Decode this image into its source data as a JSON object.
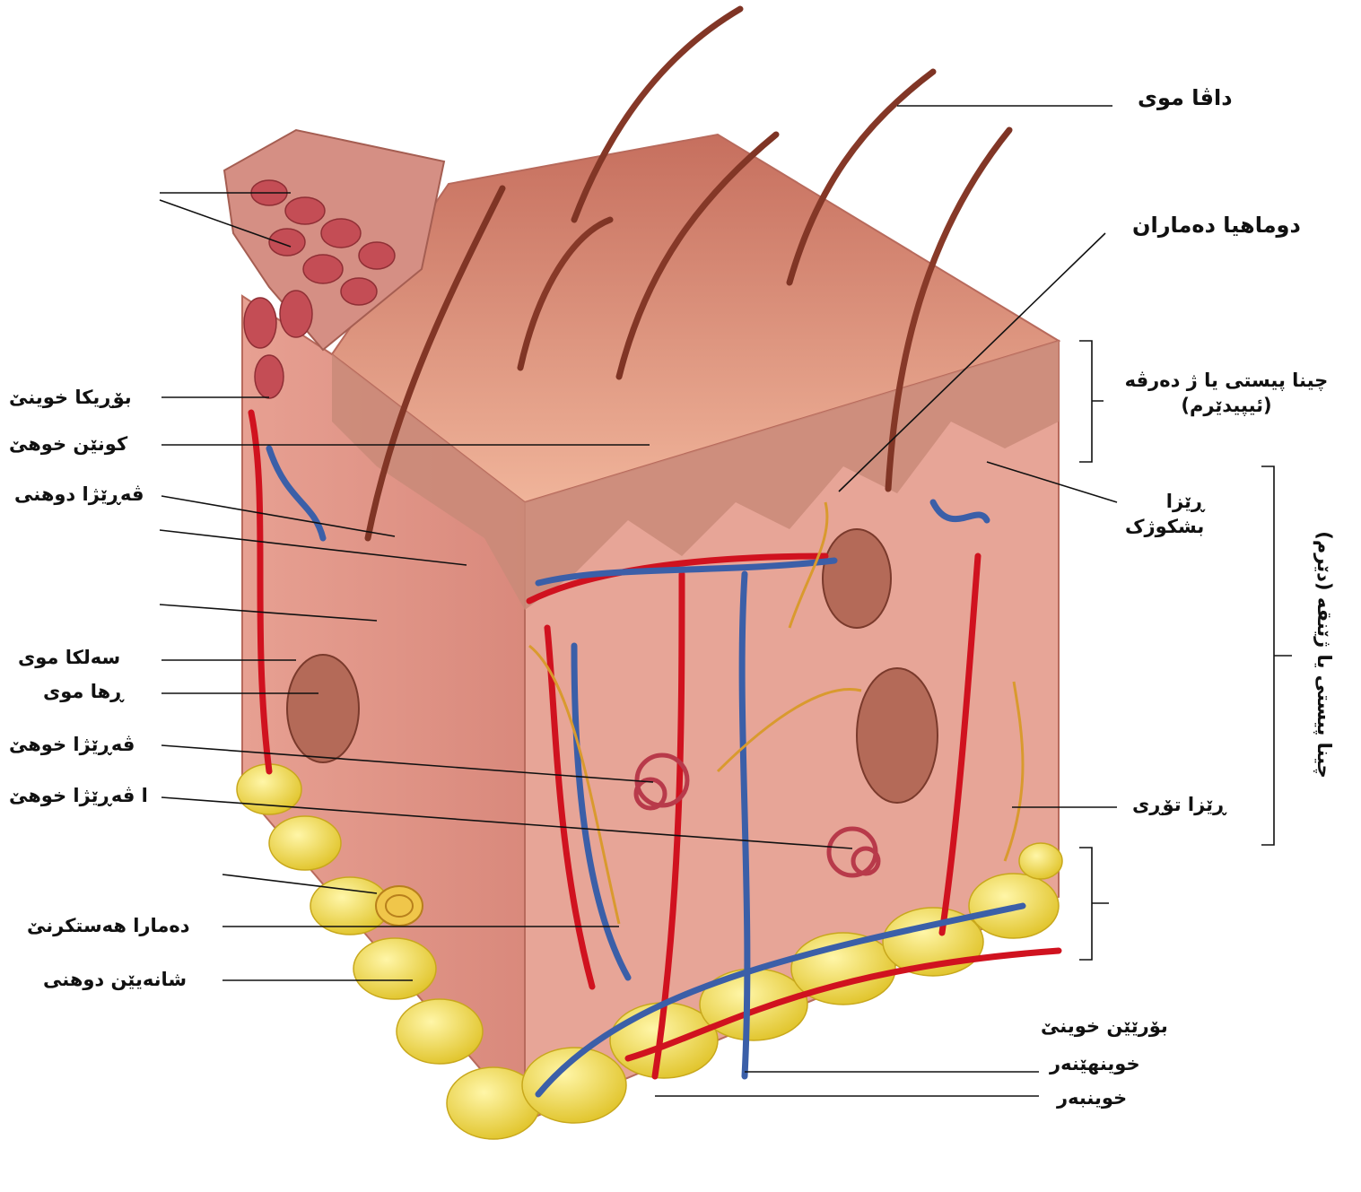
{
  "labels": {
    "hair_shaft": "داڤا موی",
    "nerve_endings": "دوماهیا دەماران",
    "epidermis_line1": "چینا پیستی یا ژ دەرڤە",
    "epidermis_line2": "(ئیپیدێرم)",
    "papillary_layer_line1": "ڕێزا",
    "papillary_layer_line2": "بشکوژک",
    "reticular_layer": "ڕێزا تۆڕی",
    "dermis": "چینا پیستی یا ژێنقە (دێرم)",
    "blood_vessels_title": "بۆرێێن خوینێ",
    "vein": "خوینهێنەر",
    "artery": "خوینبەر",
    "capillaries": "بۆڕیکا خوینێ",
    "sweat_pore": "کونێن خوهێ",
    "sebaceous_gland": "ڤەڕێژا دوهنی",
    "hair_follicle": "سەلکا موی",
    "hair_root": "ڕها موی",
    "sweat_gland": "ڤەڕێژا خوهێ",
    "sweat_gland_2": "ا ڤەڕێژا خوهێ",
    "nerve": "دەمارا هەستکرنێ",
    "adipose_tissue": "شانەیێن دوهنی"
  },
  "colors": {
    "skin_surface": "#e8a487",
    "dermis": "#e39c8e",
    "epidermis": "#c98a78",
    "artery": "#d0121f",
    "vein": "#3b5fa8",
    "fat": "#f3df4c",
    "hair": "#7a2d20",
    "nerve": "#d99a2e",
    "leader_line": "#111111"
  }
}
